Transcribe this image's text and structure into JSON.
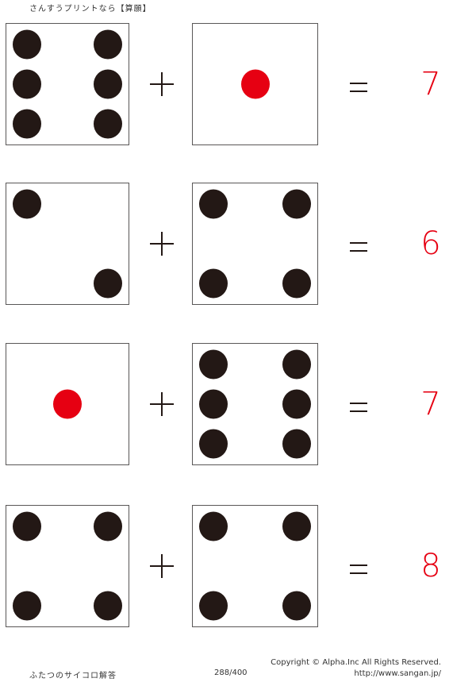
{
  "header": {
    "title": "さんすうプリントなら【算願】"
  },
  "colors": {
    "pip": "#231815",
    "center_pip": "#e60012",
    "answer": "#e60012",
    "border": "#595757"
  },
  "problems": [
    {
      "left_die": 6,
      "operator": "+",
      "right_die": 1,
      "equals": "=",
      "answer": "7"
    },
    {
      "left_die": 2,
      "operator": "+",
      "right_die": 4,
      "equals": "=",
      "answer": "6"
    },
    {
      "left_die": 1,
      "operator": "+",
      "right_die": 6,
      "equals": "=",
      "answer": "7"
    },
    {
      "left_die": 4,
      "operator": "+",
      "right_die": 4,
      "equals": "=",
      "answer": "8"
    }
  ],
  "footer": {
    "worksheet_name": "ふたつのサイコロ解答",
    "page": "288/400",
    "copyright": "Copyright ©  Alpha.Inc All Rights Reserved.",
    "url": "http://www.sangan.jp/"
  }
}
